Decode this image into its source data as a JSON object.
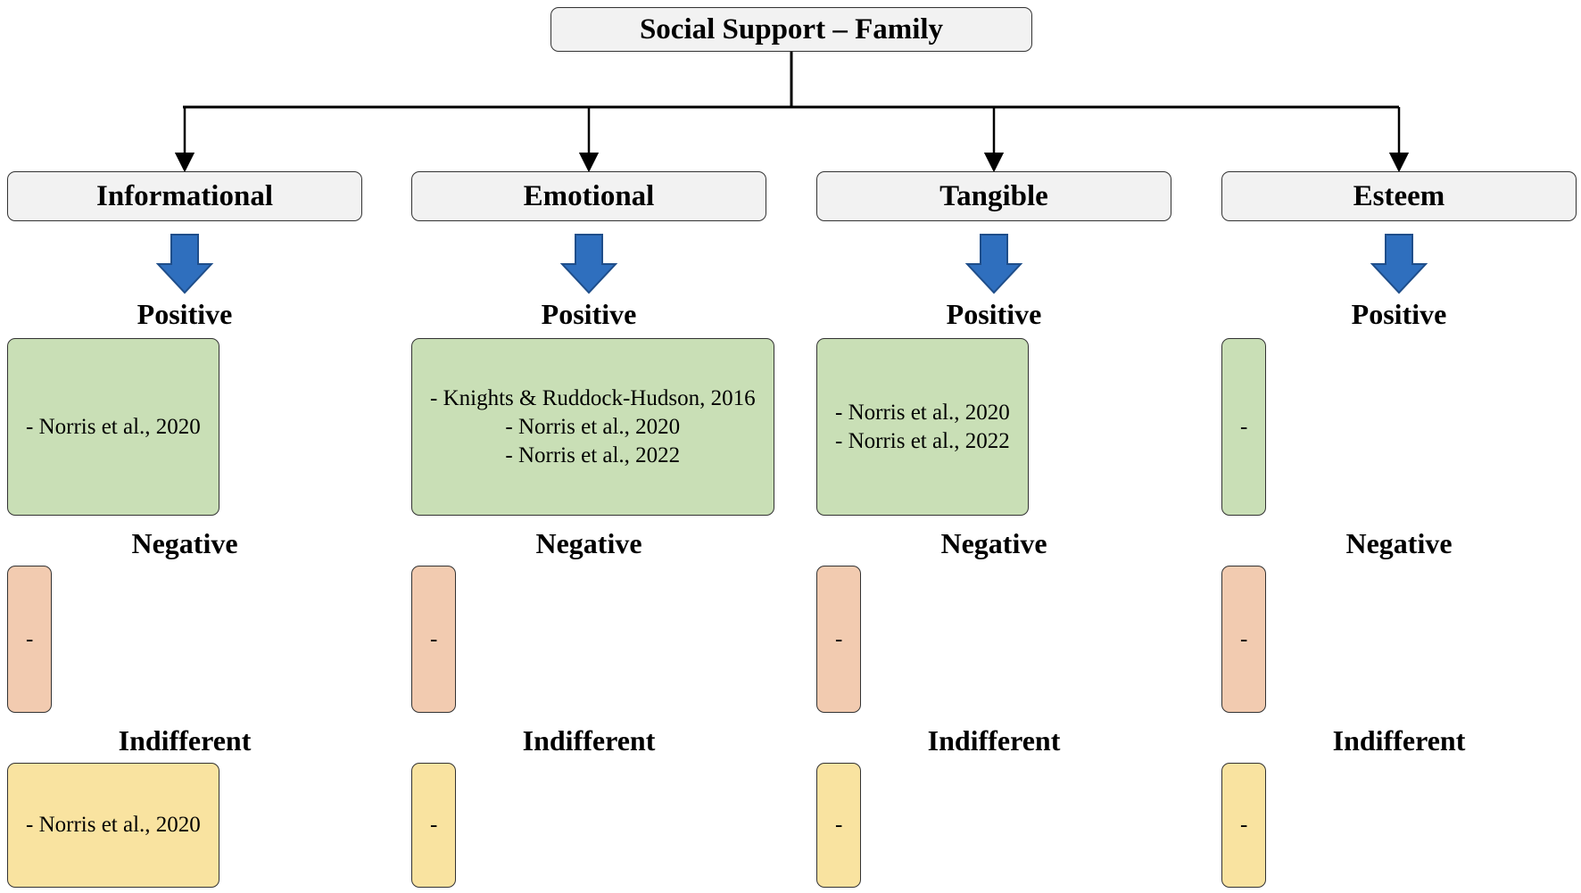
{
  "diagram": {
    "root": {
      "title": "Social Support – Family"
    },
    "columns": [
      {
        "category": "Informational",
        "positive_label": "Positive",
        "positive_refs": [
          "- Norris et al., 2020"
        ],
        "negative_label": "Negative",
        "negative_refs": [
          "-"
        ],
        "indifferent_label": "Indifferent",
        "indifferent_refs": [
          "- Norris et al., 2020"
        ]
      },
      {
        "category": "Emotional",
        "positive_label": "Positive",
        "positive_refs": [
          "- Knights & Ruddock-Hudson, 2016",
          "- Norris et al., 2020",
          "- Norris et al., 2022"
        ],
        "negative_label": "Negative",
        "negative_refs": [
          "-"
        ],
        "indifferent_label": "Indifferent",
        "indifferent_refs": [
          "-"
        ]
      },
      {
        "category": "Tangible",
        "positive_label": "Positive",
        "positive_refs": [
          "- Norris et al., 2020",
          "- Norris et al., 2022"
        ],
        "negative_label": "Negative",
        "negative_refs": [
          "-"
        ],
        "indifferent_label": "Indifferent",
        "indifferent_refs": [
          "-"
        ]
      },
      {
        "category": "Esteem",
        "positive_label": "Positive",
        "positive_refs": [
          "-"
        ],
        "negative_label": "Negative",
        "negative_refs": [
          "-"
        ],
        "indifferent_label": "Indifferent",
        "indifferent_refs": [
          "-"
        ]
      }
    ],
    "colors": {
      "header_fill": "#f2f2f2",
      "positive_fill": "#c9dfb6",
      "negative_fill": "#f2cbb0",
      "indifferent_fill": "#f9e3a0",
      "arrow_fill": "#2f6fbe",
      "arrow_stroke": "#1f4e8a"
    }
  }
}
